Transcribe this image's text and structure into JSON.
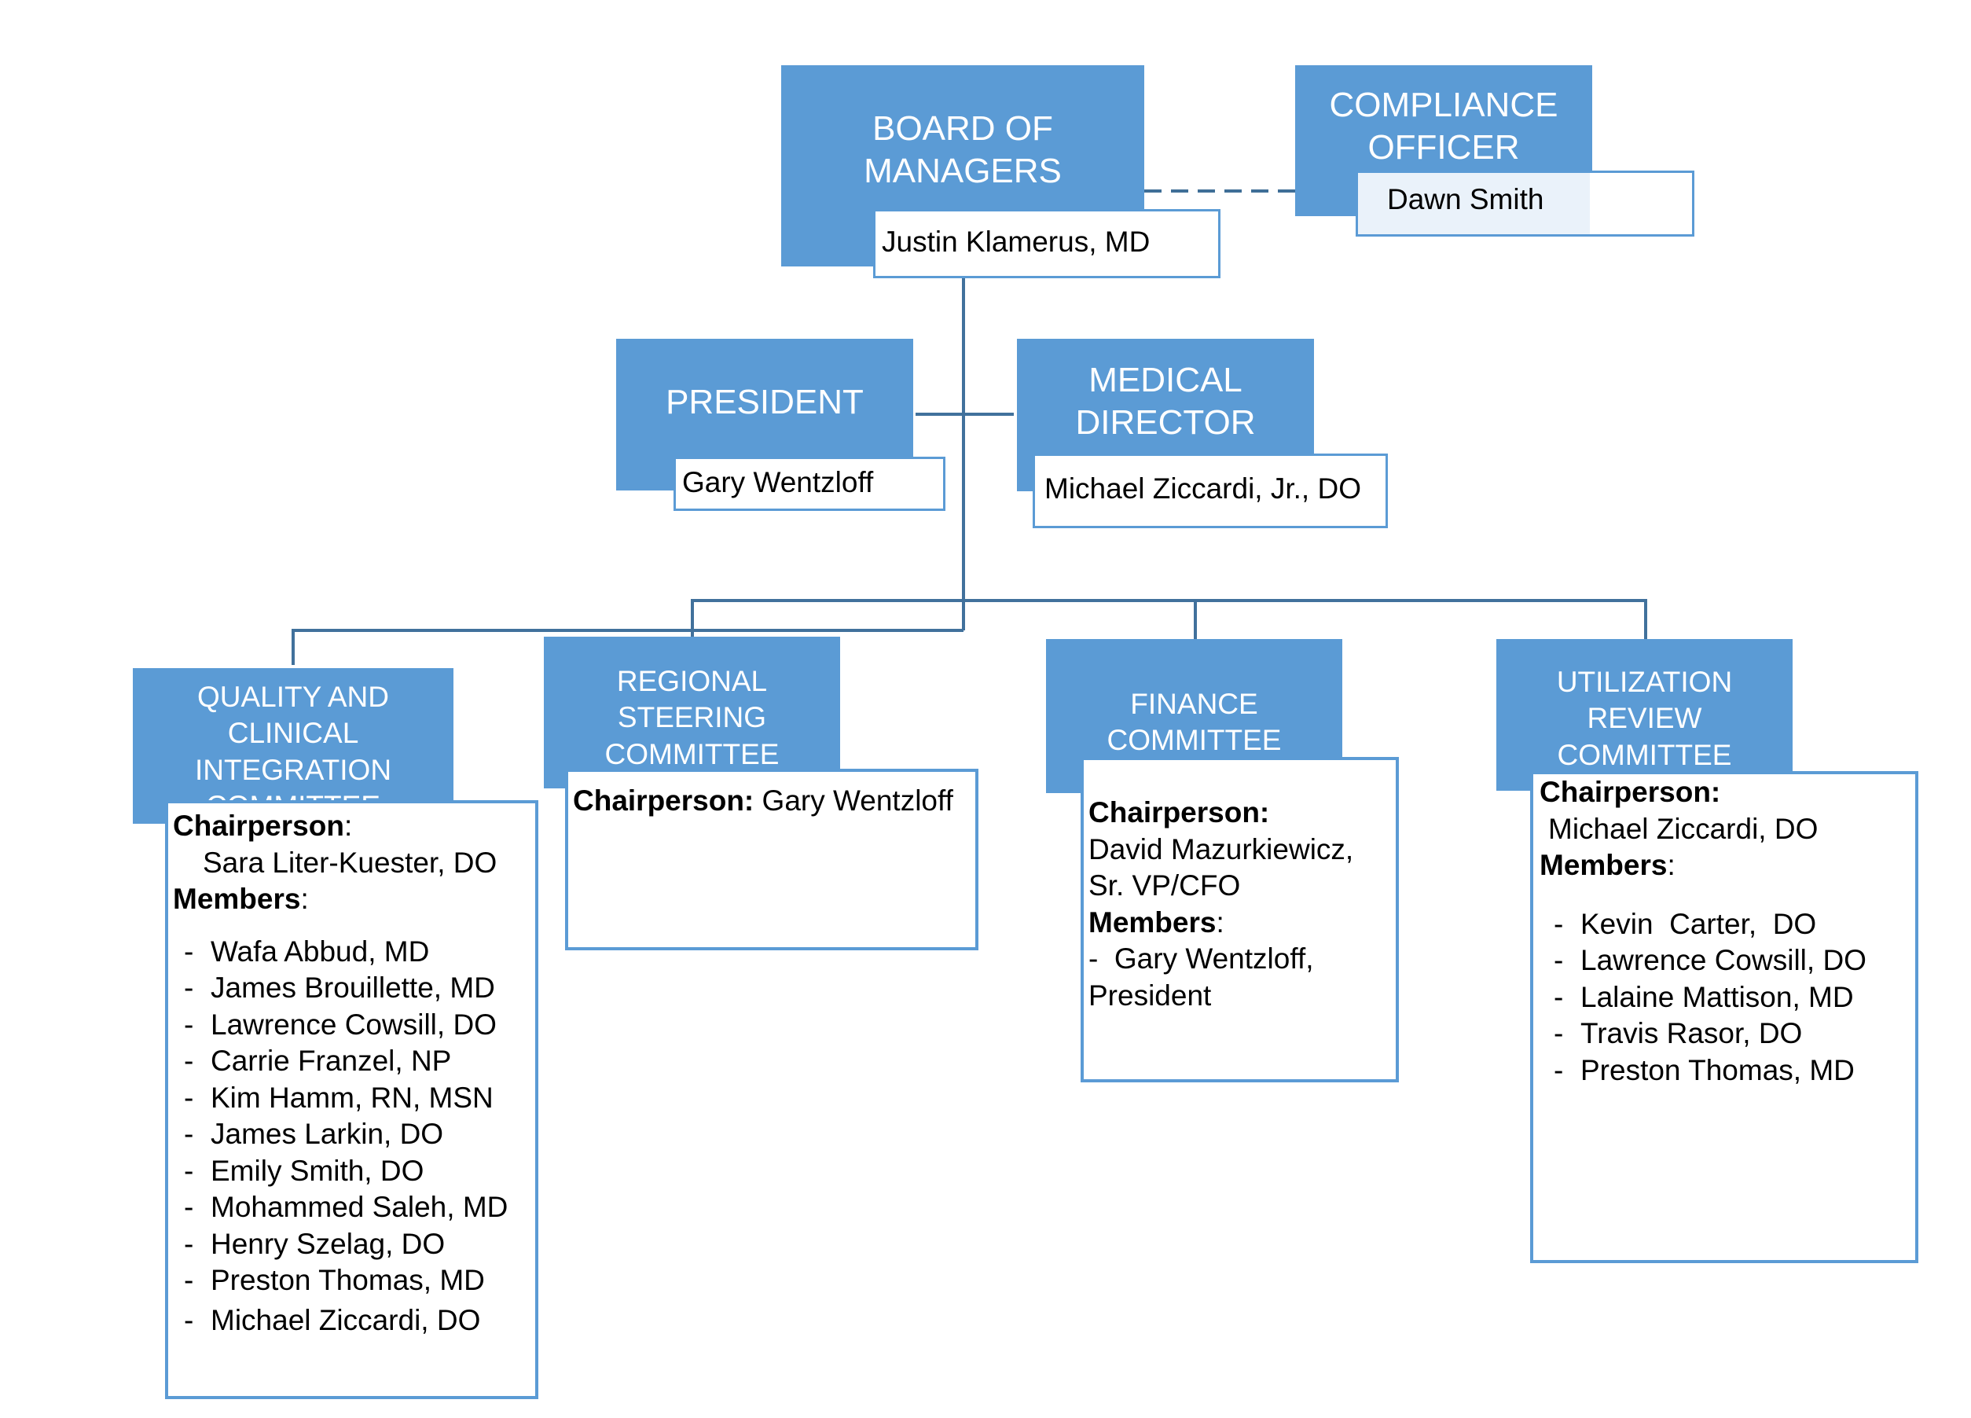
{
  "board": {
    "title": "BOARD OF\nMANAGERS",
    "person": "Justin Klamerus, MD"
  },
  "compliance": {
    "title": "COMPLIANCE\nOFFICER",
    "person": "Dawn Smith"
  },
  "president": {
    "title": "PRESIDENT",
    "person": "Gary Wentzloff"
  },
  "medical_director": {
    "title": "MEDICAL\nDIRECTOR",
    "person": "Michael Ziccardi, Jr., DO"
  },
  "quality": {
    "title": "QUALITY AND CLINICAL\nINTEGRATION\nCOMMITTEE",
    "chair_label": "Chairperson",
    "chair_name": "Sara Liter-Kuester, DO",
    "members_label": "Members",
    "members": [
      "Wafa Abbud, MD",
      "James Brouillette, MD",
      "Lawrence Cowsill, DO",
      "Carrie Franzel, NP",
      "Kim Hamm, RN, MSN",
      "James Larkin, DO",
      "Emily Smith, DO",
      "Mohammed Saleh, MD",
      "Henry Szelag, DO",
      "Preston Thomas, MD",
      "Michael Ziccardi, DO"
    ]
  },
  "regional": {
    "title": "REGIONAL STEERING\nCOMMITTEE",
    "chair_label": "Chairperson:",
    "chair_name": "Gary Wentzloff"
  },
  "finance": {
    "title": "FINANCE COMMITTEE",
    "chair_label": "Chairperson:",
    "chair_name_line1": "David Mazurkiewicz,",
    "chair_name_line2": "Sr. VP/CFO",
    "members_label": "Members",
    "member_line1": "Gary Wentzloff,",
    "member_line2": "President"
  },
  "utilization": {
    "title": "UTILIZATION REVIEW\nCOMMITTEE",
    "chair_label": "Chairperson:",
    "chair_name": "Michael Ziccardi,  DO",
    "members_label": "Members",
    "members": [
      "Kevin  Carter,  DO",
      "Lawrence Cowsill, DO",
      "Lalaine Mattison, MD",
      "Travis Rasor, DO",
      "Preston Thomas, MD"
    ]
  },
  "colors": {
    "header_fill": "#5b9bd5",
    "connector": "#41719c",
    "box_border": "#5b9bd5"
  }
}
